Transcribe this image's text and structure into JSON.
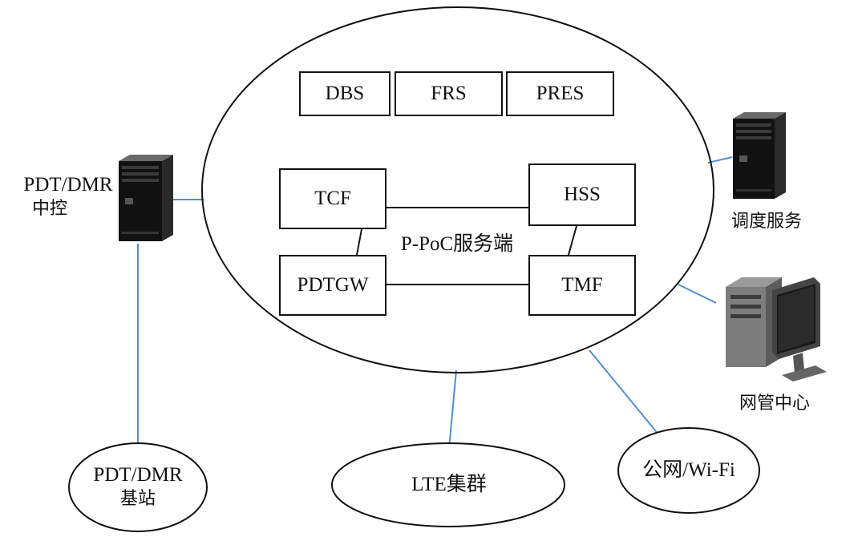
{
  "server_side": {
    "label": "P-PoC服务端",
    "top_modules": [
      "DBS",
      "FRS",
      "PRES"
    ],
    "core": {
      "tcf": "TCF",
      "hss": "HSS",
      "pdtgw": "PDTGW",
      "tmf": "TMF"
    }
  },
  "nodes": {
    "pdt_control": [
      "PDT/DMR",
      "中控"
    ],
    "dispatch": "调度服务",
    "nms": "网管中心",
    "pdt_base": [
      "PDT/DMR",
      "基站"
    ],
    "lte": "LTE集群",
    "wifi": "公网/Wi-Fi"
  },
  "icons": {
    "pdt_control": "server-tower-icon",
    "dispatch": "server-tower-icon",
    "nms": "desktop-computer-icon"
  },
  "colors": {
    "link": "#4f8fd6",
    "outline": "#111111"
  }
}
